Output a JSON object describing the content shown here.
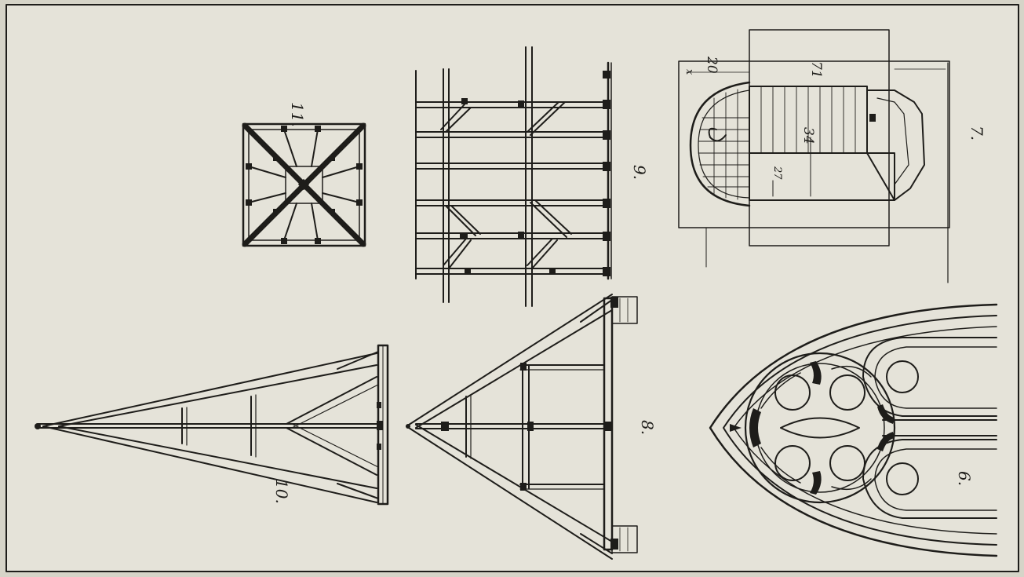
{
  "plate": {
    "figures": [
      {
        "id": "fig-6",
        "label": "6."
      },
      {
        "id": "fig-7",
        "label": "7."
      },
      {
        "id": "fig-8",
        "label": "8."
      },
      {
        "id": "fig-9",
        "label": "9."
      },
      {
        "id": "fig-10",
        "label": "10."
      },
      {
        "id": "fig-11",
        "label": "11."
      }
    ],
    "dimensions": {
      "d20": "20",
      "d71": "71",
      "d34": "34",
      "d27": "27",
      "dx": "x"
    }
  },
  "colors": {
    "paper": "#e5e3d9",
    "ink": "#1e1d1a",
    "background": "#d6d4c8"
  }
}
